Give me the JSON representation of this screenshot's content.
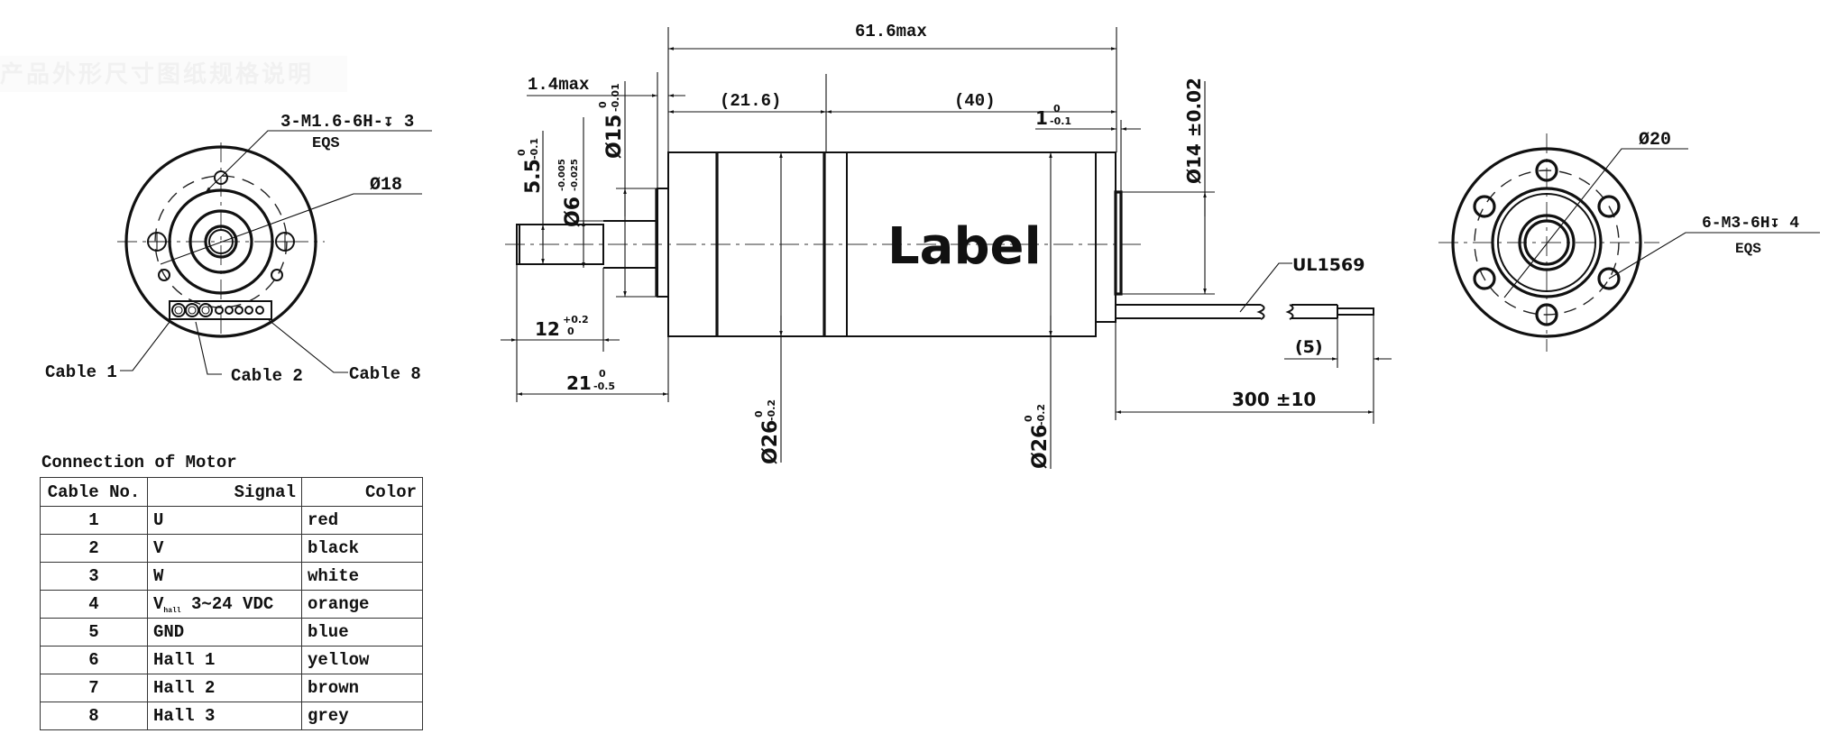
{
  "watermark": "产品外形尺寸图纸规格说明",
  "left_end_view": {
    "thread_callout": "3-M1.6-6H-↧ 3",
    "thread_note": "EQS",
    "diameter_callout": "Ø18",
    "cable_labels": [
      "Cable 1",
      "Cable 2",
      "Cable 8"
    ]
  },
  "side_view": {
    "label": "Label",
    "dims": {
      "overall_length": "61.6max",
      "flange_thickness": "1.4max",
      "section_a": "(21.6)",
      "section_b": "(40)",
      "rear_step": "1",
      "rear_step_tol_upper": "0",
      "rear_step_tol_lower": "-0.1",
      "flat": "5.5",
      "flat_tol_upper": "0",
      "flat_tol_lower": "-0.1",
      "shaft_dia": "Ø6",
      "shaft_tol_upper": "-0.005",
      "shaft_tol_lower": "-0.025",
      "pilot_dia": "Ø15",
      "pilot_tol_upper": "0",
      "pilot_tol_lower": "-0.01",
      "flat_length": "12",
      "flat_len_tol_upper": "+0.2",
      "flat_len_tol_lower": "0",
      "shaft_length": "21",
      "shaft_len_tol_upper": "0",
      "shaft_len_tol_lower": "-0.5",
      "body_dia_1": "Ø26",
      "body_dia_1_tol_upper": "0",
      "body_dia_1_tol_lower": "-0.2",
      "body_dia_2": "Ø26",
      "body_dia_2_tol_upper": "0",
      "body_dia_2_tol_lower": "-0.2",
      "rear_boss_dia": "Ø14 ±0.02",
      "cable_type": "UL1569",
      "strip_length": "(5)",
      "cable_length": "300 ±10"
    }
  },
  "right_end_view": {
    "diameter_callout": "Ø20",
    "thread_callout": "6-M3-6H↧ 4",
    "thread_note": "EQS"
  },
  "connection_table": {
    "title": "Connection of Motor",
    "headers": [
      "Cable No.",
      "Signal",
      "Color"
    ],
    "rows": [
      {
        "no": "1",
        "signal": "U",
        "signal_sub": "",
        "signal_rest": "",
        "color": "red"
      },
      {
        "no": "2",
        "signal": "V",
        "signal_sub": "",
        "signal_rest": "",
        "color": "black"
      },
      {
        "no": "3",
        "signal": "W",
        "signal_sub": "",
        "signal_rest": "",
        "color": "white"
      },
      {
        "no": "4",
        "signal": "V",
        "signal_sub": "hall",
        "signal_rest": " 3∼24 VDC",
        "color": "orange"
      },
      {
        "no": "5",
        "signal": "GND",
        "signal_sub": "",
        "signal_rest": "",
        "color": "blue"
      },
      {
        "no": "6",
        "signal": "Hall 1",
        "signal_sub": "",
        "signal_rest": "",
        "color": "yellow"
      },
      {
        "no": "7",
        "signal": "Hall 2",
        "signal_sub": "",
        "signal_rest": "",
        "color": "brown"
      },
      {
        "no": "8",
        "signal": "Hall 3",
        "signal_sub": "",
        "signal_rest": "",
        "color": "grey"
      }
    ]
  }
}
